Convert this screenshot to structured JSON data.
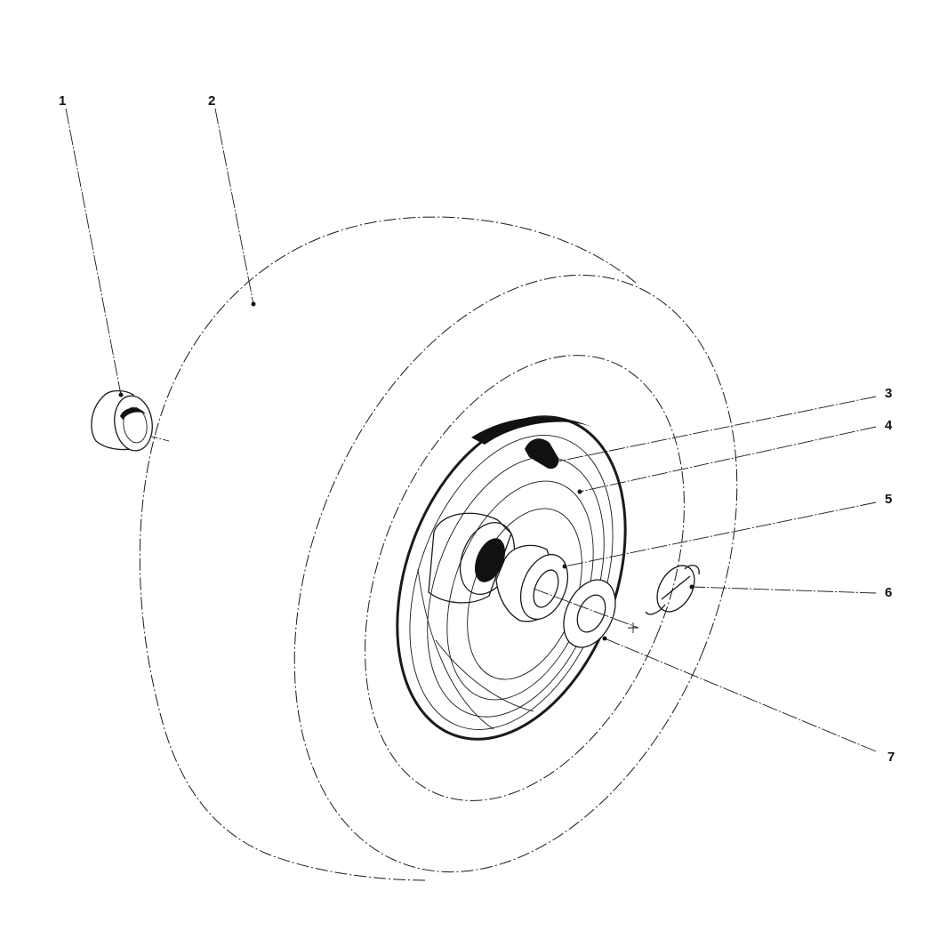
{
  "diagram": {
    "type": "exploded-parts-view",
    "line_color": "#1a1a1a",
    "background": "#ffffff",
    "callouts": [
      {
        "id": "1",
        "label": "1"
      },
      {
        "id": "2",
        "label": "2"
      },
      {
        "id": "3",
        "label": "3"
      },
      {
        "id": "4",
        "label": "4"
      },
      {
        "id": "5",
        "label": "5"
      },
      {
        "id": "6",
        "label": "6"
      },
      {
        "id": "7",
        "label": "7"
      }
    ]
  }
}
